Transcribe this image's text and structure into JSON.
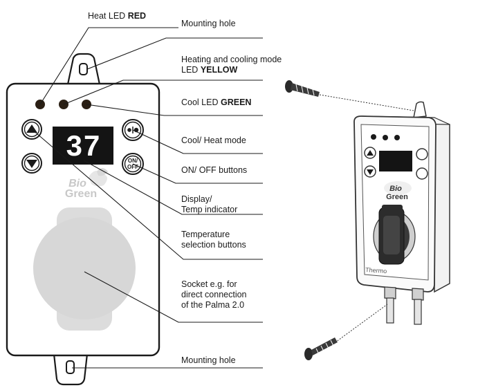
{
  "labels": {
    "heat_led_prefix": "Heat LED",
    "heat_led_color": "RED",
    "mounting_hole_top": "Mounting hole",
    "mode_led_line1": "Heating and cooling mode",
    "mode_led_prefix": "LED",
    "mode_led_color": "YELLOW",
    "cool_led_prefix": "Cool LED",
    "cool_led_color": "GREEN",
    "cool_heat_mode": "Cool/ Heat mode",
    "on_off_buttons": "ON/ OFF buttons",
    "display_line1": "Display/",
    "display_line2": "Temp indicator",
    "temp_buttons_line1": "Temperature",
    "temp_buttons_line2": "selection buttons",
    "socket_line1": "Socket e.g. for",
    "socket_line2": "direct connection",
    "socket_line3": "of the Palma 2.0",
    "mounting_hole_bottom": "Mounting hole"
  },
  "device": {
    "display_value": "37",
    "on_button_line1": "ON/",
    "on_button_line2": "OFF",
    "logo_line1": "Bio",
    "logo_line2": "Green",
    "product_brand": "Thermo"
  },
  "colors": {
    "outline": "#1a1a1a",
    "display_bg": "#141414",
    "display_digits": "#ffffff",
    "led": "#2a1f14",
    "socket_gray": "#d9d9d9",
    "socket_light": "#ececec"
  },
  "icons": {
    "up_arrow": "up-arrow-icon",
    "down_arrow": "down-arrow-icon",
    "mode": "snowflake-sun-icon",
    "screw": "screw-icon"
  }
}
